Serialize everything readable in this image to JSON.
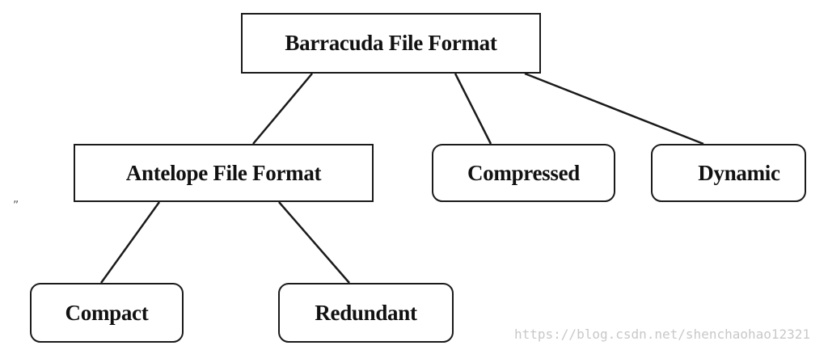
{
  "diagram": {
    "root": "Barracuda File Format",
    "antelope": "Antelope File Format",
    "compressed": "Compressed",
    "dynamic": "Dynamic",
    "compact": "Compact",
    "redundant": "Redundant",
    "edges": [
      [
        "Barracuda File Format",
        "Antelope File Format"
      ],
      [
        "Barracuda File Format",
        "Compressed"
      ],
      [
        "Barracuda File Format",
        "Dynamic"
      ],
      [
        "Antelope File Format",
        "Compact"
      ],
      [
        "Antelope File Format",
        "Redundant"
      ]
    ]
  },
  "stray_mark": "„",
  "watermark": "https://blog.csdn.net/shenchaohao12321",
  "colors": {
    "line": "#1a1a1a",
    "text": "#111111",
    "watermark": "#c8c8c8"
  }
}
